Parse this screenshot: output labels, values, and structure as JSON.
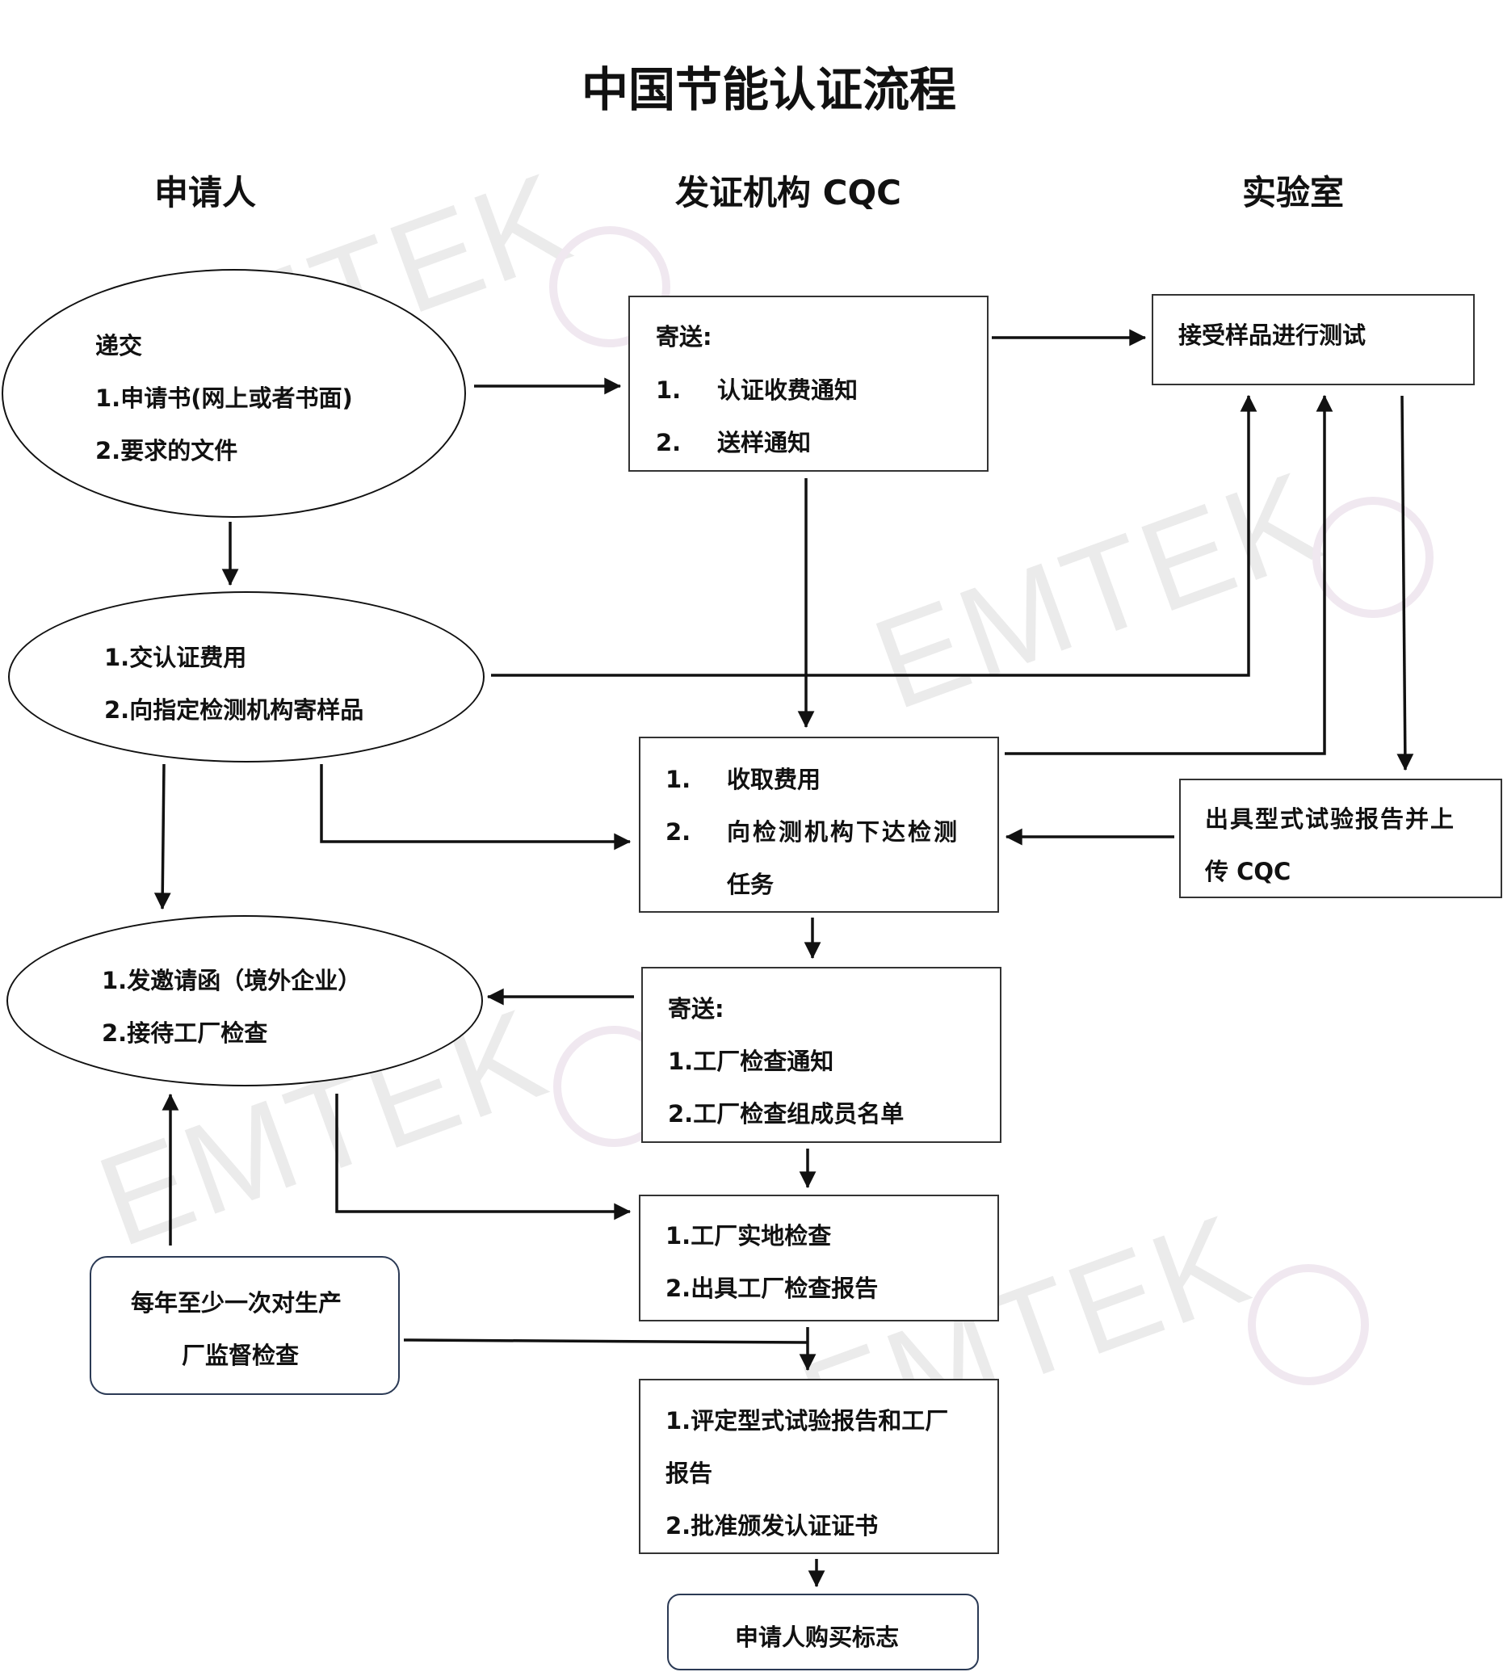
{
  "title": "中国节能认证流程",
  "columns": {
    "applicant": "申请人",
    "cqc": "发证机构 CQC",
    "lab": "实验室"
  },
  "watermark": "EMTEK",
  "colors": {
    "line": "#111111",
    "box_border": "#333333",
    "rounded_border": "#2b3a55",
    "watermark": "#ebebeb"
  },
  "nodes": {
    "submit": {
      "heading": "递交",
      "item1": "1.申请书(网上或者书面)",
      "item2": "2.要求的文件"
    },
    "pay": {
      "item1": "1.交认证费用",
      "item2": "2.向指定检测机构寄样品"
    },
    "invite": {
      "item1": "1.发邀请函（境外企业）",
      "item2": "2.接待工厂检查"
    },
    "annual": {
      "line1": "每年至少一次对生产",
      "line2": "厂监督检查"
    },
    "send1": {
      "heading": "寄送:",
      "num1": "1.",
      "item1": "认证收费通知",
      "num2": "2.",
      "item2": "送样通知"
    },
    "lab_test": {
      "text": "接受样品进行测试"
    },
    "collect": {
      "num1": "1.",
      "item1": "收取费用",
      "num2": "2.",
      "item2": "向检测机构下达检测",
      "item2_cont": "任务"
    },
    "report": {
      "line1": "出具型式试验报告并上",
      "line2": "传 CQC"
    },
    "send2": {
      "heading": "寄送:",
      "item1": "1.工厂检查通知",
      "item2": "2.工厂检查组成员名单"
    },
    "factory": {
      "item1": "1.工厂实地检查",
      "item2": "2.出具工厂检查报告"
    },
    "evaluate": {
      "item1": "1.评定型式试验报告和工厂",
      "item1_cont": "报告",
      "item2": "2.批准颁发认证证书"
    },
    "mark": {
      "text": "申请人购买标志"
    }
  }
}
